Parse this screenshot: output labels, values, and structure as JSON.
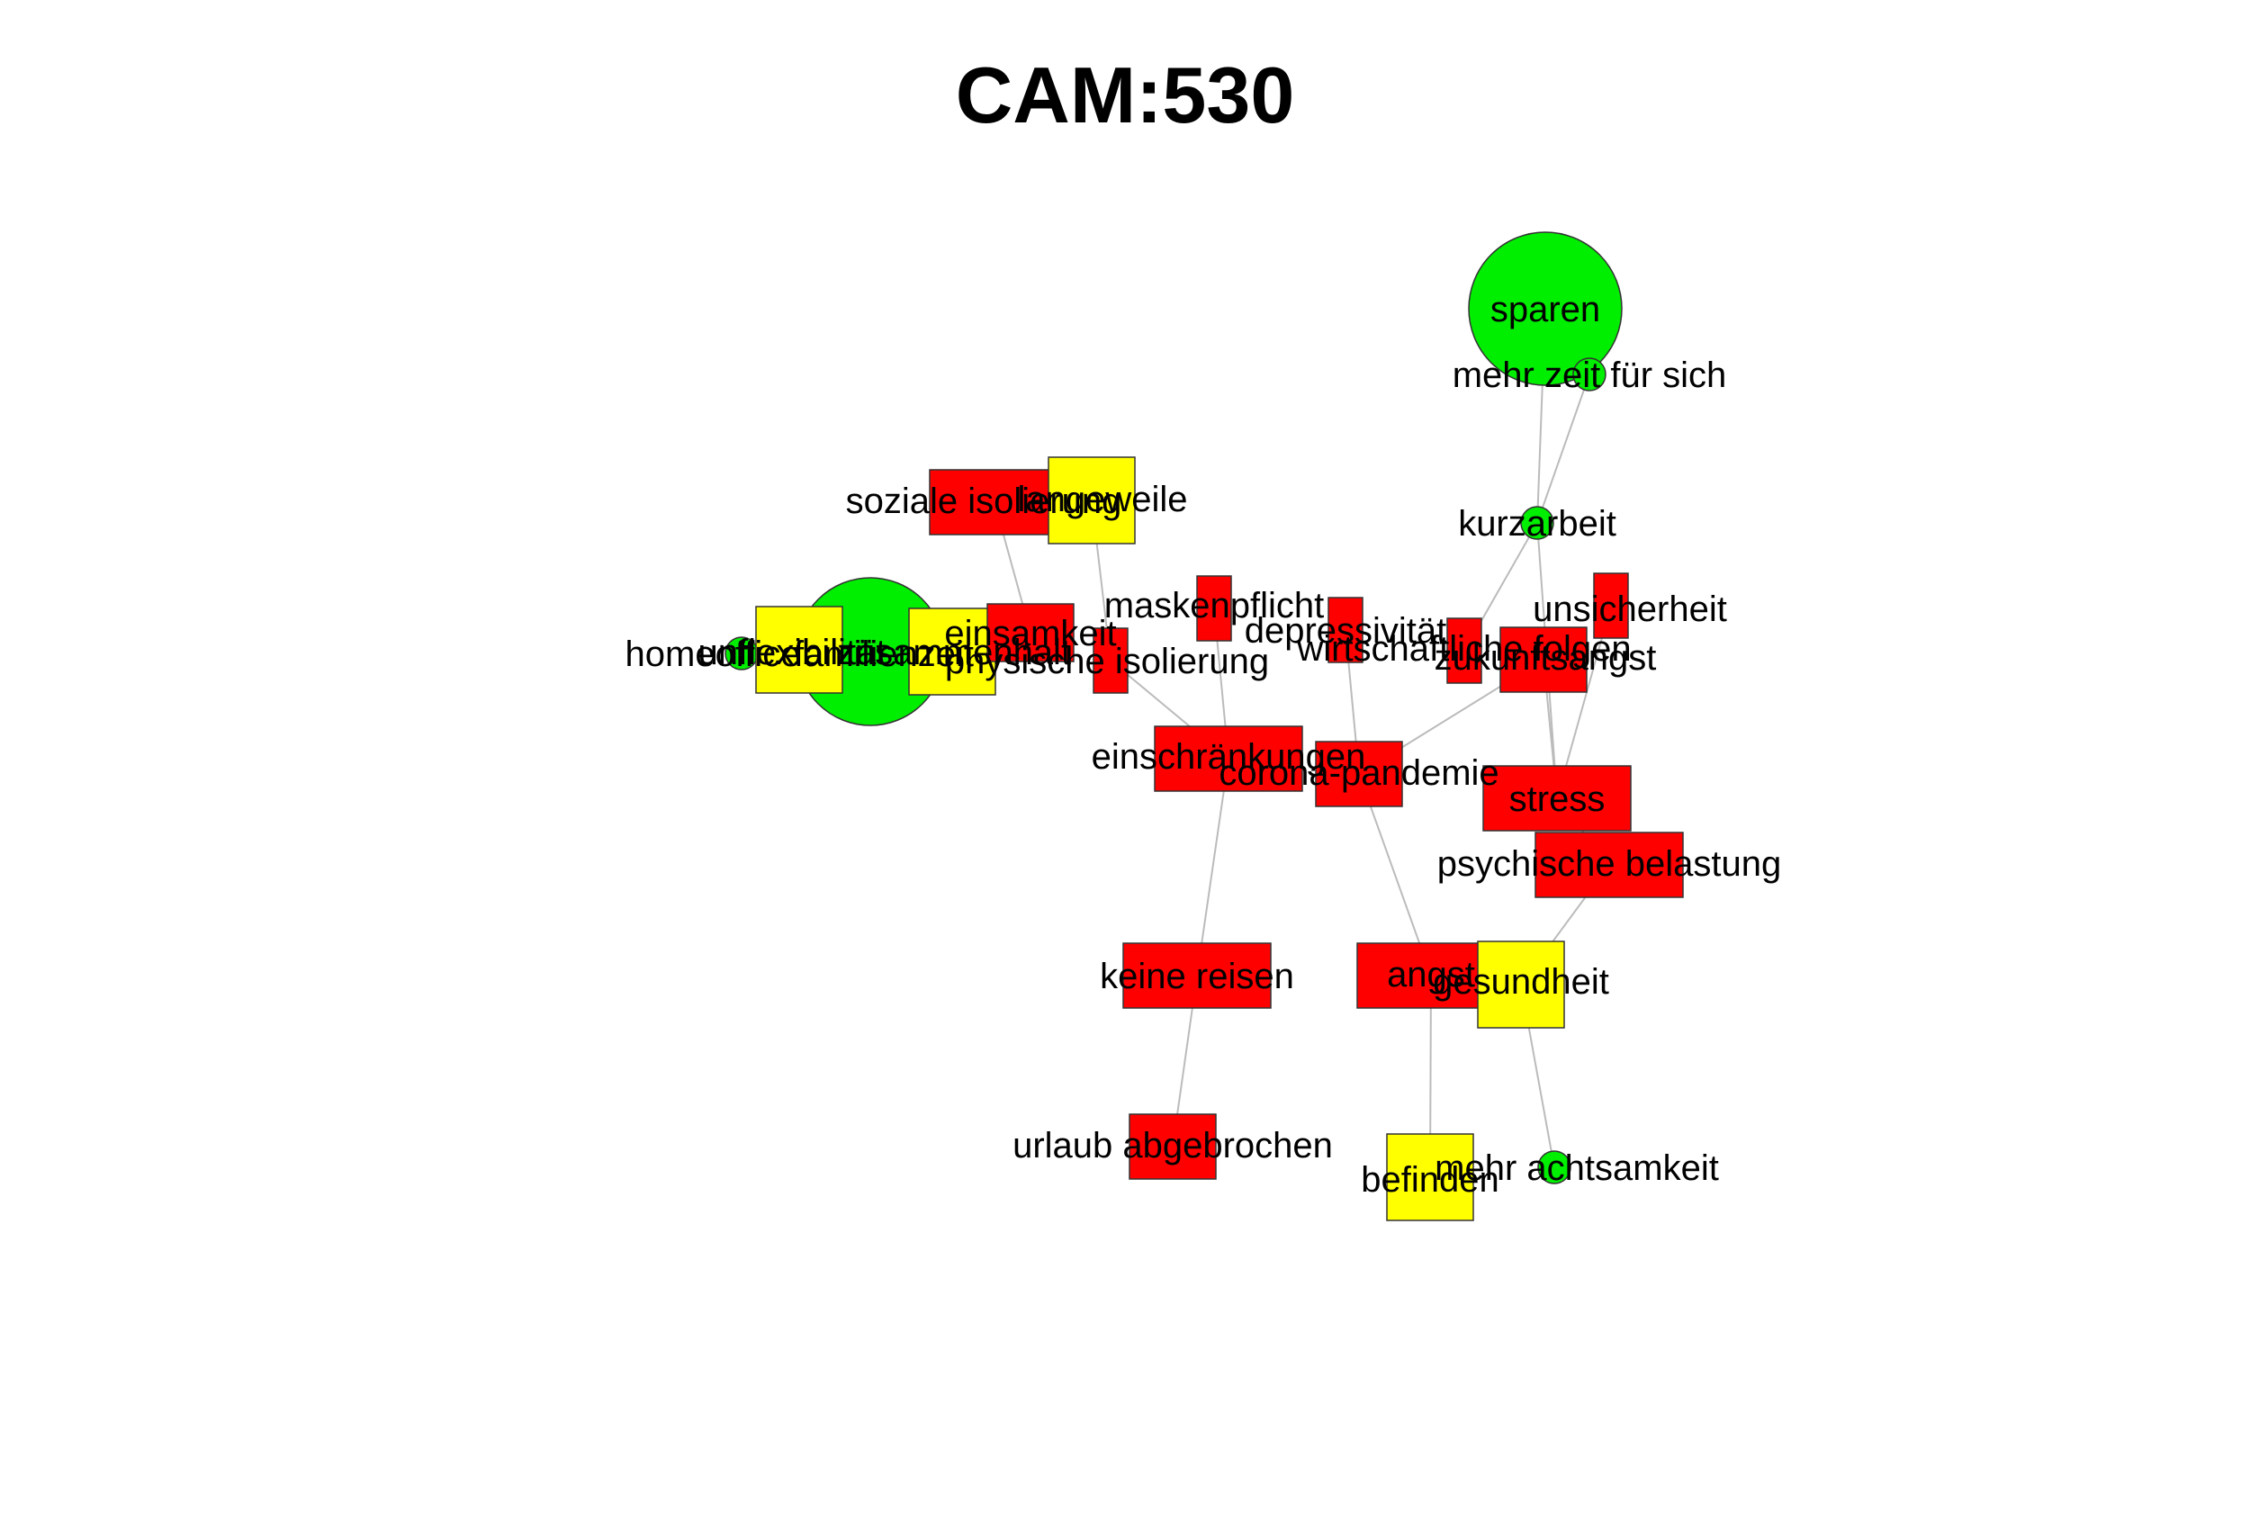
{
  "title": "CAM:530",
  "colors": {
    "positive": "#00ee00",
    "negative": "#ff0000",
    "neutral": "#ffff00",
    "edge": "#bbbbbb",
    "border": "#333333"
  },
  "nodes": [
    {
      "id": "sparen",
      "label": "sparen",
      "shape": "circle",
      "valence": "positive"
    },
    {
      "id": "mehr_zeit",
      "label": "mehr zeit für sich",
      "shape": "circle",
      "valence": "positive"
    },
    {
      "id": "kurzarbeit",
      "label": "kurzarbeit",
      "shape": "circle",
      "valence": "positive"
    },
    {
      "id": "soziale_isolierung",
      "label": "soziale isolierung",
      "shape": "rect",
      "valence": "negative"
    },
    {
      "id": "langeweile",
      "label": "langeweile",
      "shape": "rect",
      "valence": "neutral"
    },
    {
      "id": "familienzeit",
      "label": "familienzeit",
      "shape": "circle",
      "valence": "positive"
    },
    {
      "id": "homeoffice",
      "label": "homeoffice",
      "shape": "circle",
      "valence": "positive"
    },
    {
      "id": "unflexibilitaet",
      "label": "unflexibilität",
      "shape": "rect",
      "valence": "neutral"
    },
    {
      "id": "zusammenhalt",
      "label": "zusammenhalt",
      "shape": "rect",
      "valence": "neutral"
    },
    {
      "id": "einsamkeit",
      "label": "einsamkeit",
      "shape": "rect",
      "valence": "negative"
    },
    {
      "id": "physische_isolierung",
      "label": "physische isolierung",
      "shape": "rect",
      "valence": "negative"
    },
    {
      "id": "maskenpflicht",
      "label": "maskenpflicht",
      "shape": "rect",
      "valence": "negative"
    },
    {
      "id": "depressivitaet",
      "label": "depressivität",
      "shape": "rect",
      "valence": "negative"
    },
    {
      "id": "wirtschaftliche_folgen",
      "label": "wirtschaftliche folgen",
      "shape": "rect",
      "valence": "negative"
    },
    {
      "id": "unsicherheit",
      "label": "unsicherheit",
      "shape": "rect",
      "valence": "negative"
    },
    {
      "id": "zukunftsangst",
      "label": "zukunftsangst",
      "shape": "rect",
      "valence": "negative"
    },
    {
      "id": "einschraenkungen",
      "label": "einschränkungen",
      "shape": "rect",
      "valence": "negative"
    },
    {
      "id": "corona_pandemie",
      "label": "corona-pandemie",
      "shape": "rect",
      "valence": "negative"
    },
    {
      "id": "stress",
      "label": "stress",
      "shape": "rect",
      "valence": "negative"
    },
    {
      "id": "psychische_belastung",
      "label": "psychische belastung",
      "shape": "rect",
      "valence": "negative"
    },
    {
      "id": "keine_reisen",
      "label": "keine reisen",
      "shape": "rect",
      "valence": "negative"
    },
    {
      "id": "angst",
      "label": "angst",
      "shape": "rect",
      "valence": "negative"
    },
    {
      "id": "gesundheit",
      "label": "gesundheit",
      "shape": "rect",
      "valence": "neutral"
    },
    {
      "id": "urlaub_abgebrochen",
      "label": "urlaub abgebrochen",
      "shape": "rect",
      "valence": "negative"
    },
    {
      "id": "befinden",
      "label": "befinden",
      "shape": "rect",
      "valence": "neutral"
    },
    {
      "id": "mehr_achtsamkeit",
      "label": "mehr achtsamkeit",
      "shape": "circle",
      "valence": "positive"
    }
  ],
  "edges": [
    [
      "sparen",
      "kurzarbeit"
    ],
    [
      "mehr_zeit",
      "kurzarbeit"
    ],
    [
      "kurzarbeit",
      "stress"
    ],
    [
      "kurzarbeit",
      "wirtschaftliche_folgen"
    ],
    [
      "soziale_isolierung",
      "einsamkeit"
    ],
    [
      "langeweile",
      "physische_isolierung"
    ],
    [
      "physische_isolierung",
      "einschraenkungen"
    ],
    [
      "maskenpflicht",
      "einschraenkungen"
    ],
    [
      "depressivitaet",
      "corona_pandemie"
    ],
    [
      "zukunftsangst",
      "corona_pandemie"
    ],
    [
      "unsicherheit",
      "stress"
    ],
    [
      "zukunftsangst",
      "stress"
    ],
    [
      "einschraenkungen",
      "keine_reisen"
    ],
    [
      "keine_reisen",
      "urlaub_abgebrochen"
    ],
    [
      "corona_pandemie",
      "angst"
    ],
    [
      "angst",
      "befinden"
    ],
    [
      "stress",
      "psychische_belastung"
    ],
    [
      "psychische_belastung",
      "gesundheit"
    ],
    [
      "gesundheit",
      "mehr_achtsamkeit"
    ]
  ]
}
